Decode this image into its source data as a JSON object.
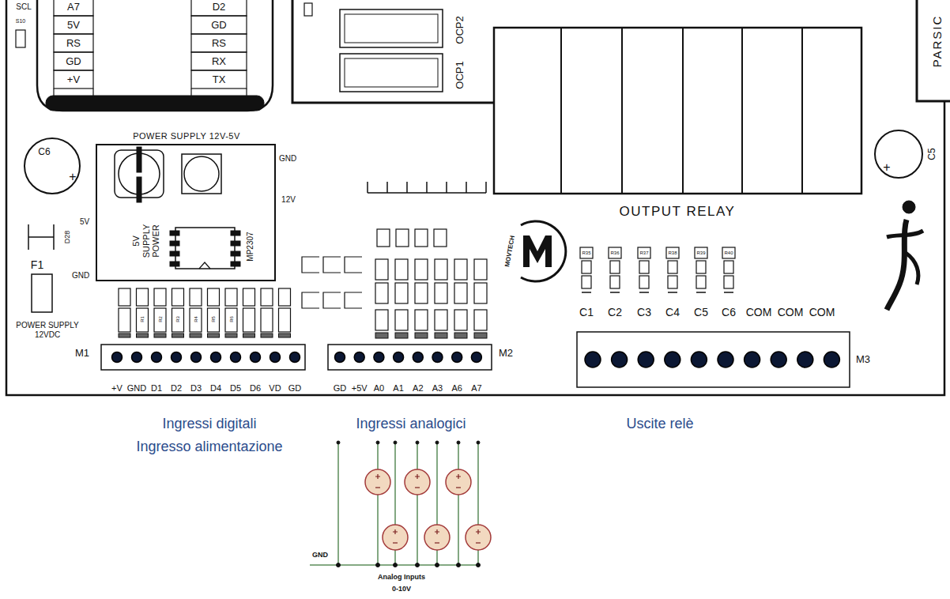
{
  "diagram": {
    "nodes": [
      {
        "text": [
          "POWER SUPPLY 12V-5V"
        ]
      },
      {
        "text": [
          "OUTPUT RELAY"
        ]
      },
      {
        "text": [
          "F1",
          "POWER SUPPLY 12VDC"
        ]
      },
      {
        "text": [
          "C6"
        ]
      },
      {
        "text": [
          "C5"
        ]
      },
      {
        "text": [
          "M1"
        ]
      },
      {
        "text": [
          "M2"
        ]
      },
      {
        "text": [
          "M3"
        ]
      }
    ],
    "labels": [
      "SCL",
      "S10",
      "A7",
      "5V",
      "RS",
      "GD",
      "+V",
      "D2",
      "GD",
      "RS",
      "RX",
      "TX",
      "OCP1",
      "OCP2",
      "PARSIC",
      "GND",
      "12V",
      "5V",
      "GND",
      "5V SUPPLY POWER",
      "MP2307",
      "D28",
      "+",
      "+",
      "R1",
      "R2",
      "R3",
      "R4",
      "R5",
      "R6",
      "R35",
      "R36",
      "R37",
      "R38",
      "R39",
      "R40",
      "C1",
      "C2",
      "C3",
      "C4",
      "C5",
      "C6",
      "COM",
      "COM",
      "COM",
      "+V",
      "GND",
      "D1",
      "D2",
      "D3",
      "D4",
      "D5",
      "D6",
      "VD",
      "GD",
      "GD",
      "+5V",
      "A0",
      "A1",
      "A2",
      "A3",
      "A6",
      "A7",
      "MOVTECH",
      "Ingressi digitali",
      "Ingresso alimentazione",
      "Ingressi analogici",
      "Uscite relè",
      "GND",
      "Analog Inputs",
      "0-10V"
    ]
  }
}
